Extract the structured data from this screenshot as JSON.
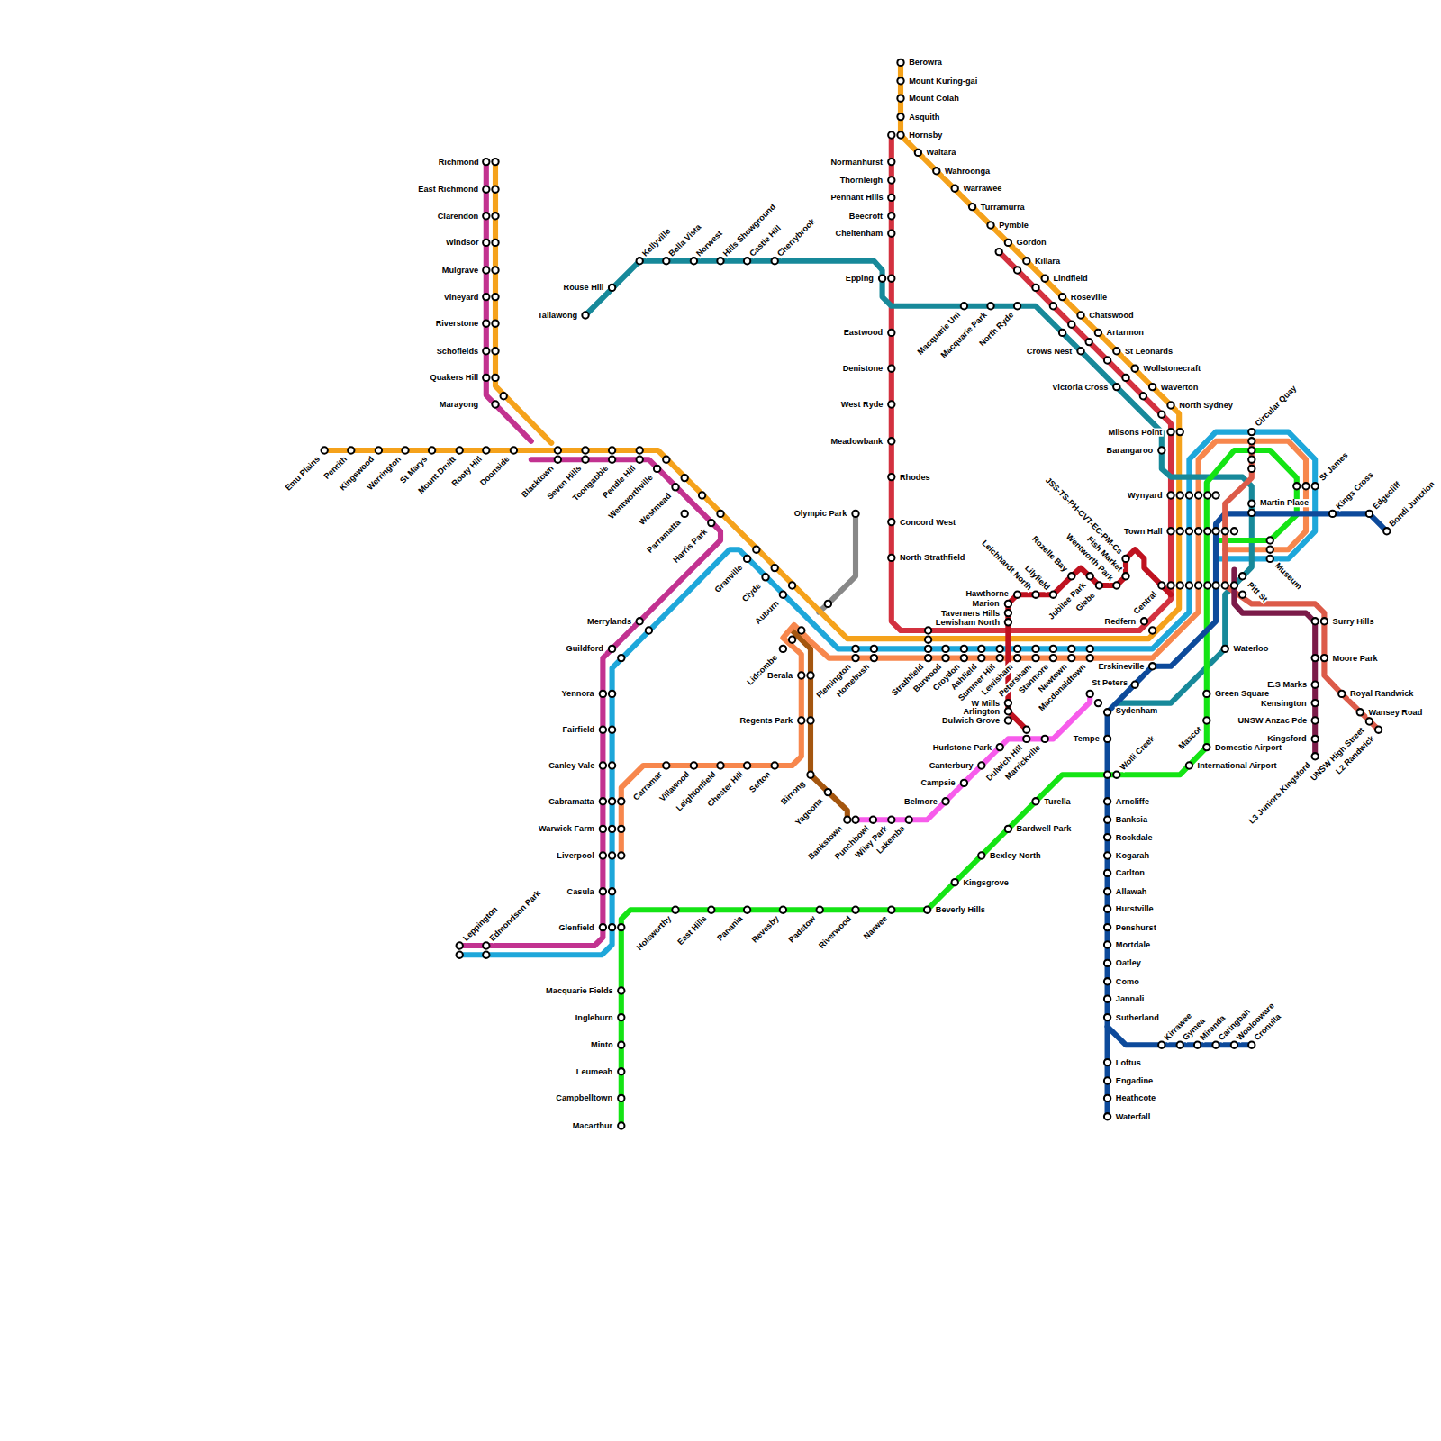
{
  "diagram": {
    "labels": [
      "Richmond",
      "East Richmond",
      "Clarendon",
      "Windsor",
      "Mulgrave",
      "Vineyard",
      "Riverstone",
      "Schofields",
      "Quakers Hill",
      "Marayong",
      "Emu Plains",
      "Penrith",
      "Kingswood",
      "Werrington",
      "St Marys",
      "Mount Druitt",
      "Rooty Hill",
      "Doonside",
      "Blacktown",
      "Seven Hills",
      "Toongabbie",
      "Pendle Hill",
      "Wentworthville",
      "Westmead",
      "Parramatta",
      "Harris Park",
      "Granville",
      "Clyde",
      "Auburn",
      "Lidcombe",
      "Olympic Park",
      "Flemington",
      "Homebush",
      "Strathfield",
      "Burwood",
      "Croydon",
      "Ashfield",
      "Summer Hill",
      "Lewisham",
      "Petersham",
      "Stanmore",
      "Newtown",
      "Macdonaldtown",
      "Tallawong",
      "Rouse Hill",
      "Kellyville",
      "Bella Vista",
      "Norwest",
      "Hills Showground",
      "Castle Hill",
      "Cherrybrook",
      "Berowra",
      "Mount Kuring-gai",
      "Mount Colah",
      "Asquith",
      "Hornsby",
      "Normanhurst",
      "Thornleigh",
      "Pennant Hills",
      "Beecroft",
      "Cheltenham",
      "Epping",
      "Eastwood",
      "Denistone",
      "West Ryde",
      "Meadowbank",
      "Rhodes",
      "Concord West",
      "North Strathfield",
      "Waitara",
      "Wahroonga",
      "Warrawee",
      "Turramurra",
      "Pymble",
      "Gordon",
      "Killara",
      "Lindfield",
      "Roseville",
      "Chatswood",
      "Artarmon",
      "St Leonards",
      "Wollstonecraft",
      "Waverton",
      "North Sydney",
      "Macquarie Uni",
      "Macquarie Park",
      "North Ryde",
      "Crows Nest",
      "Victoria Cross",
      "Milsons Point",
      "Barangaroo",
      "Wynyard",
      "Town Hall",
      "Central",
      "Redfern",
      "Erskineville",
      "St Peters",
      "Sydenham",
      "Tempe",
      "Wolli Creek",
      "Arncliffe",
      "Banksia",
      "Rockdale",
      "Kogarah",
      "Carlton",
      "Allawah",
      "Hurstville",
      "Penshurst",
      "Mortdale",
      "Oatley",
      "Como",
      "Jannali",
      "Sutherland",
      "Loftus",
      "Engadine",
      "Heathcote",
      "Waterfall",
      "Kirrawee",
      "Gymea",
      "Miranda",
      "Caringbah",
      "Woolooware",
      "Cronulla",
      "Circular Quay",
      "St James",
      "Kings Cross",
      "Edgecliff",
      "Bondi Junction",
      "Martin Place",
      "Museum",
      "Pitt St",
      "Waterloo",
      "Green Square",
      "Mascot",
      "Domestic Airport",
      "International Airport",
      "Turella",
      "Bardwell Park",
      "Bexley North",
      "Kingsgrove",
      "Beverly Hills",
      "Holsworthy",
      "East Hills",
      "Panania",
      "Revesby",
      "Padstow",
      "Riverwood",
      "Narwee",
      "Macquarie Fields",
      "Ingleburn",
      "Minto",
      "Leumeah",
      "Campbelltown",
      "Macarthur",
      "Leppington",
      "Edmondson Park",
      "Merrylands",
      "Guildford",
      "Yennora",
      "Fairfield",
      "Canley Vale",
      "Cabramatta",
      "Warwick Farm",
      "Liverpool",
      "Casula",
      "Glenfield",
      "Carramar",
      "Villawood",
      "Leightonfield",
      "Chester Hill",
      "Sefton",
      "Berala",
      "Regents Park",
      "Birrong",
      "Yagoona",
      "Bankstown",
      "Punchbowl",
      "Wiley Park",
      "Lakemba",
      "Belmore",
      "Campsie",
      "Canterbury",
      "Hurlstone Park",
      "Dulwich Hill",
      "Marrickville",
      "Hawthorne",
      "Marion",
      "Taverners Hills",
      "Lewisham North",
      "W Mills",
      "Arlington",
      "Dulwich Grove",
      "Leichhardt North",
      "Lilyfield",
      "Rozelle Bay",
      "Jubilee Park",
      "Glebe",
      "Wentworth Park",
      "Fish Market",
      "JSS-TS-PH-CVT-EC-PM-Cs",
      "Surry Hills",
      "Moore Park",
      "Royal Randwick",
      "Wansey Road",
      "UNSW High Street",
      "L2 Randwick",
      "E.S Marks",
      "Kensington",
      "UNSW Anzac Pde",
      "Kingsford",
      "L3 Juniors Kingsford"
    ]
  }
}
